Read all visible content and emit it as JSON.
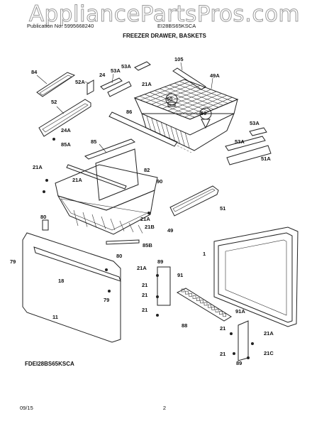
{
  "watermark": "AppliancePartsPros.com",
  "header": {
    "publication": "Publication No: 5995668240",
    "model": "EI28BS65KSCA",
    "title": "FREEZER DRAWER, BASKETS"
  },
  "callouts": [
    "84",
    "52A",
    "24",
    "53A",
    "53A",
    "105",
    "21A",
    "49A",
    "50",
    "86",
    "50",
    "53A",
    "53A",
    "52",
    "24A",
    "85",
    "85A",
    "21A",
    "21A",
    "82",
    "90",
    "51A",
    "51",
    "80",
    "21A",
    "49",
    "21B",
    "85B",
    "79",
    "80",
    "18",
    "89",
    "21A",
    "21",
    "91",
    "1",
    "21",
    "21",
    "79",
    "11",
    "88",
    "91A",
    "21",
    "21A",
    "21C",
    "21",
    "89"
  ],
  "footer": {
    "model": "FDEI28BS65KSCA",
    "date": "09/15",
    "page": "2"
  }
}
